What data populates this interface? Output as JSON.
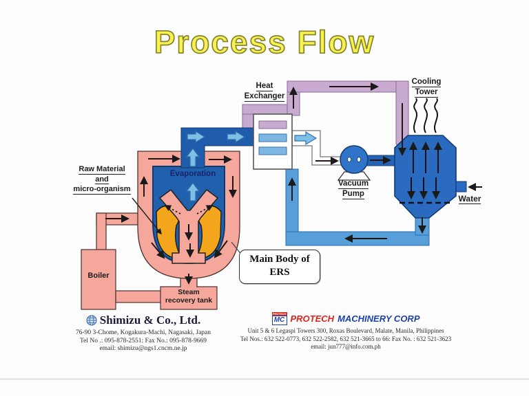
{
  "title": "Process Flow",
  "diagram": {
    "labels": {
      "heat_exchanger": [
        "Heat",
        "Exchanger"
      ],
      "cooling_tower": [
        "Cooling",
        "Tower"
      ],
      "vacuum_pump": [
        "Vacuum",
        "Pump"
      ],
      "water": "Water",
      "raw_material": [
        "Raw Material",
        "and",
        "micro-organism"
      ],
      "evaporation": "Evaporation",
      "boiler": "Boiler",
      "steam_recovery_tank": [
        "Steam",
        "recovery tank"
      ],
      "main_body": [
        "Main Body of",
        "ERS"
      ]
    }
  },
  "footer": {
    "shimizu": {
      "name": "Shimizu & Co., Ltd.",
      "address": "76-90 3-Chome, Kogakura-Machi, Nagasaki, Japan",
      "phone": "Tel No .: 095-878-2551:  Fax No.: 095-878-9669",
      "email": "email: shimizu@ngs1.cncm.ne.jp"
    },
    "protech": {
      "logo_top": "PROTECH",
      "logo_mc": "MC",
      "name_part1": "PROTECH",
      "name_part2": "MACHINERY CORP",
      "address": "Unit 5 & 6 Legaspi Towers 300, Roxas Boulevard, Malate, Manila, Philippines",
      "phone": "Tel Nos.:  632 522-0773, 632 522-2582, 632 521-3665 to 66:  Fax No. : 632 521-3623",
      "email": "email: jun777@info.com.ph"
    }
  },
  "colors": {
    "title_yellow": "#f8f250",
    "steam_pink": "#f4a79a",
    "vapor_blue": "#2160ac",
    "coolant_blue": "#569fd8",
    "tower_blue": "#2a6abf",
    "hot_water_purple": "#c9abd1",
    "material_orange": "#f3a61c",
    "protech_red": "#e02318",
    "protech_blue": "#1b3fae"
  }
}
